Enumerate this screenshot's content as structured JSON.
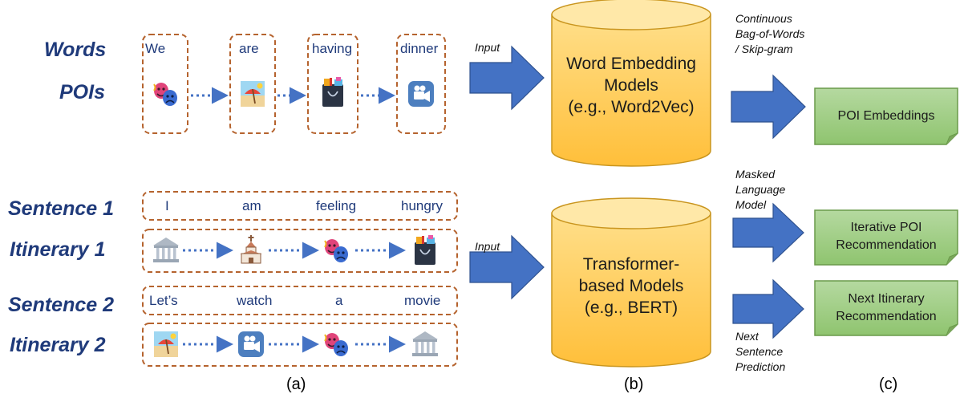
{
  "row_labels": {
    "words": "Words",
    "pois": "POIs",
    "sentence1": "Sentence 1",
    "itinerary1": "Itinerary 1",
    "sentence2": "Sentence 2",
    "itinerary2": "Itinerary 2"
  },
  "words_row": [
    "We",
    "are",
    "having",
    "dinner"
  ],
  "sentence1": [
    "I",
    "am",
    "feeling",
    "hungry"
  ],
  "sentence2": [
    "Let’s",
    "watch",
    "a",
    "movie"
  ],
  "poi_icons": {
    "pois": [
      "theater-masks-icon",
      "beach-icon",
      "shopping-bag-icon",
      "cinema-icon"
    ],
    "itinerary1": [
      "museum-icon",
      "church-icon",
      "theater-masks-icon",
      "shopping-bag-icon"
    ],
    "itinerary2": [
      "beach-icon",
      "cinema-icon",
      "theater-masks-icon",
      "museum-icon"
    ]
  },
  "input_label": "Input",
  "models": {
    "word_embedding": "Word Embedding\nModels\n(e.g., Word2Vec)",
    "transformer": "Transformer-\nbased Models\n(e.g., BERT)"
  },
  "training_notes": {
    "cbow": "Continuous\nBag-of-Words\n/ Skip-gram",
    "mlm": "Masked\nLanguage\nModel",
    "nsp": "Next\nSentence\nPrediction"
  },
  "outputs": {
    "poi_embeddings": "POI Embeddings",
    "iterative": "Iterative POI\nRecommendation",
    "next_itinerary": "Next Itinerary\nRecommendation"
  },
  "captions": [
    "(a)",
    "(b)",
    "(c)"
  ],
  "colors": {
    "label_text": "#1f3a7a",
    "dashed_border": "#b5632e",
    "dotted_arrow": "#4472c4",
    "big_arrow": "#4472c4",
    "cylinder": "#ffd06a",
    "output_box": "#a9d18e"
  }
}
